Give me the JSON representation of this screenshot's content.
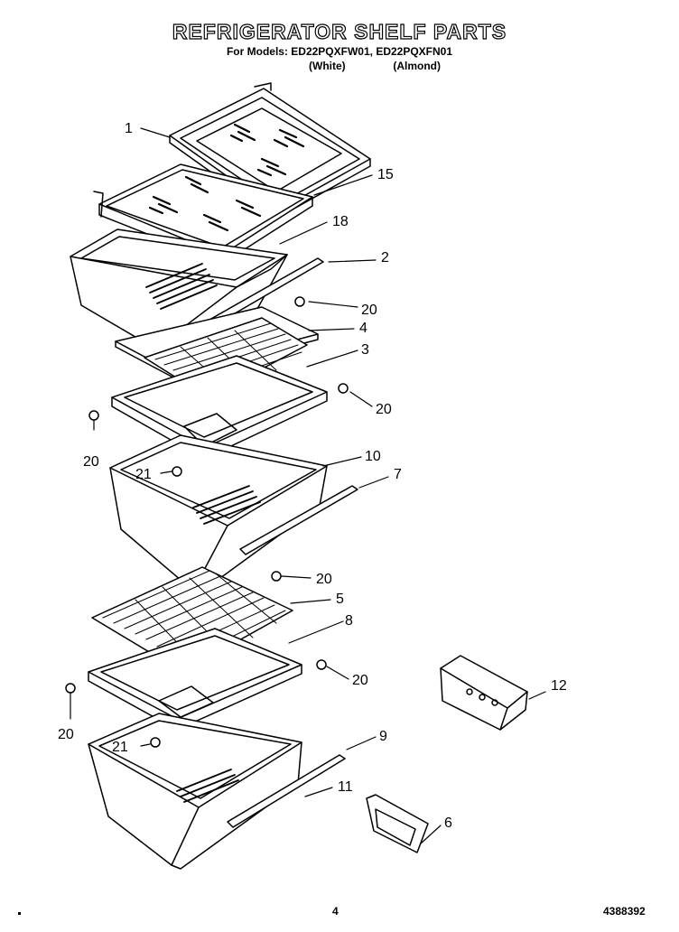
{
  "header": {
    "title": "REFRIGERATOR SHELF PARTS",
    "models_line": "For Models: ED22PQXFW01, ED22PQXFN01",
    "color_white": "(White)",
    "color_almond": "(Almond)"
  },
  "callouts": {
    "c1": "1",
    "c15": "15",
    "c18": "18",
    "c2": "2",
    "c20a": "20",
    "c4": "4",
    "c3": "3",
    "c20b": "20",
    "c20c": "20",
    "c10": "10",
    "c7": "7",
    "c21a": "21",
    "c20d": "20",
    "c5": "5",
    "c8": "8",
    "c20e": "20",
    "c12": "12",
    "c20f": "20",
    "c9": "9",
    "c21b": "21",
    "c11": "11",
    "c6": "6"
  },
  "footer": {
    "page_number": "4",
    "doc_number": "4388392"
  }
}
